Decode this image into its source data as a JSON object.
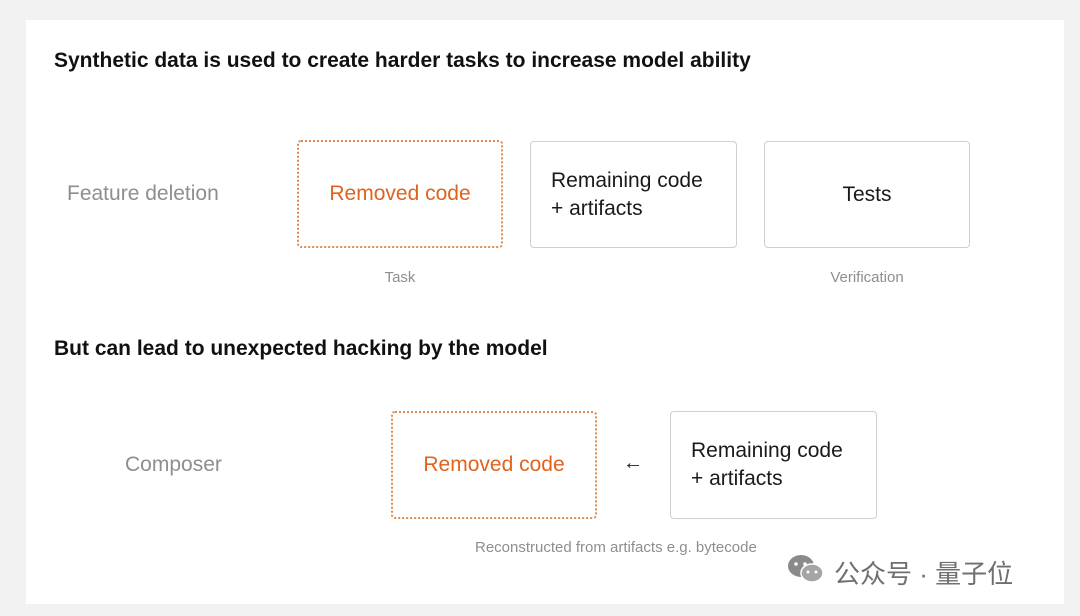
{
  "section1": {
    "heading": "Synthetic data is used to create harder tasks to increase model ability",
    "row_label": "Feature deletion",
    "removed_box": "Removed code",
    "remaining_box_line1": "Remaining code",
    "remaining_box_line2": "+ artifacts",
    "tests_box": "Tests",
    "caption_task": "Task",
    "caption_verification": "Verification"
  },
  "section2": {
    "heading": "But can lead to unexpected hacking by the model",
    "row_label": "Composer",
    "removed_box": "Removed code",
    "arrow": "←",
    "remaining_box_line1": "Remaining code",
    "remaining_box_line2": "+ artifacts",
    "caption": "Reconstructed from artifacts e.g. bytecode"
  },
  "watermark": {
    "icon": "wechat-icon",
    "text": "公众号 · 量子位"
  },
  "colors": {
    "accent": "#e0631d",
    "dashed_border": "#e2884a",
    "label_gray": "#8e8e8e",
    "box_border": "#cfcfcf"
  }
}
